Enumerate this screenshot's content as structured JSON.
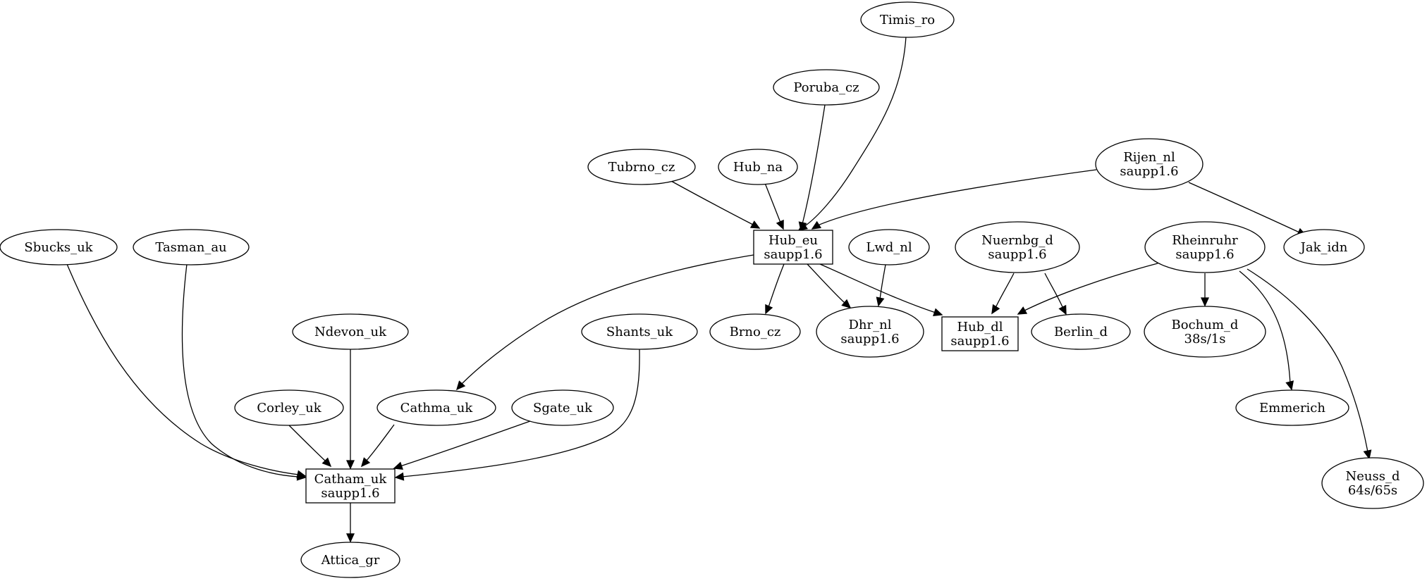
{
  "diagram": {
    "nodes": [
      {
        "id": "timis_ro",
        "shape": "ellipse",
        "lines": [
          "Timis_ro"
        ]
      },
      {
        "id": "poruba_cz",
        "shape": "ellipse",
        "lines": [
          "Poruba_cz"
        ]
      },
      {
        "id": "tubrno_cz",
        "shape": "ellipse",
        "lines": [
          "Tubrno_cz"
        ]
      },
      {
        "id": "hub_na",
        "shape": "ellipse",
        "lines": [
          "Hub_na"
        ]
      },
      {
        "id": "rijen_nl",
        "shape": "ellipse",
        "lines": [
          "Rijen_nl",
          "saupp1.6"
        ]
      },
      {
        "id": "hub_eu",
        "shape": "box",
        "lines": [
          "Hub_eu",
          "saupp1.6"
        ]
      },
      {
        "id": "lwd_nl",
        "shape": "ellipse",
        "lines": [
          "Lwd_nl"
        ]
      },
      {
        "id": "nuernbg_d",
        "shape": "ellipse",
        "lines": [
          "Nuernbg_d",
          "saupp1.6"
        ]
      },
      {
        "id": "rheinruhr",
        "shape": "ellipse",
        "lines": [
          "Rheinruhr",
          "saupp1.6"
        ]
      },
      {
        "id": "jak_idn",
        "shape": "ellipse",
        "lines": [
          "Jak_idn"
        ]
      },
      {
        "id": "sbucks_uk",
        "shape": "ellipse",
        "lines": [
          "Sbucks_uk"
        ]
      },
      {
        "id": "tasman_au",
        "shape": "ellipse",
        "lines": [
          "Tasman_au"
        ]
      },
      {
        "id": "ndevon_uk",
        "shape": "ellipse",
        "lines": [
          "Ndevon_uk"
        ]
      },
      {
        "id": "shants_uk",
        "shape": "ellipse",
        "lines": [
          "Shants_uk"
        ]
      },
      {
        "id": "brno_cz",
        "shape": "ellipse",
        "lines": [
          "Brno_cz"
        ]
      },
      {
        "id": "dhr_nl",
        "shape": "ellipse",
        "lines": [
          "Dhr_nl",
          "saupp1.6"
        ]
      },
      {
        "id": "hub_dl",
        "shape": "box",
        "lines": [
          "Hub_dl",
          "saupp1.6"
        ]
      },
      {
        "id": "berlin_d",
        "shape": "ellipse",
        "lines": [
          "Berlin_d"
        ]
      },
      {
        "id": "bochum_d",
        "shape": "ellipse",
        "lines": [
          "Bochum_d",
          "38s/1s"
        ]
      },
      {
        "id": "corley_uk",
        "shape": "ellipse",
        "lines": [
          "Corley_uk"
        ]
      },
      {
        "id": "cathma_uk",
        "shape": "ellipse",
        "lines": [
          "Cathma_uk"
        ]
      },
      {
        "id": "sgate_uk",
        "shape": "ellipse",
        "lines": [
          "Sgate_uk"
        ]
      },
      {
        "id": "emmerich",
        "shape": "ellipse",
        "lines": [
          "Emmerich"
        ]
      },
      {
        "id": "catham_uk",
        "shape": "box",
        "lines": [
          "Catham_uk",
          "saupp1.6"
        ]
      },
      {
        "id": "neuss_d",
        "shape": "ellipse",
        "lines": [
          "Neuss_d",
          "64s/65s"
        ]
      },
      {
        "id": "attica_gr",
        "shape": "ellipse",
        "lines": [
          "Attica_gr"
        ]
      }
    ],
    "edges": [
      {
        "from": "timis_ro",
        "to": "hub_eu"
      },
      {
        "from": "poruba_cz",
        "to": "hub_eu"
      },
      {
        "from": "tubrno_cz",
        "to": "hub_eu"
      },
      {
        "from": "hub_na",
        "to": "hub_eu"
      },
      {
        "from": "rijen_nl",
        "to": "hub_eu"
      },
      {
        "from": "rijen_nl",
        "to": "jak_idn"
      },
      {
        "from": "hub_eu",
        "to": "cathma_uk"
      },
      {
        "from": "hub_eu",
        "to": "brno_cz"
      },
      {
        "from": "hub_eu",
        "to": "dhr_nl"
      },
      {
        "from": "hub_eu",
        "to": "hub_dl"
      },
      {
        "from": "lwd_nl",
        "to": "dhr_nl"
      },
      {
        "from": "nuernbg_d",
        "to": "hub_dl"
      },
      {
        "from": "nuernbg_d",
        "to": "berlin_d"
      },
      {
        "from": "rheinruhr",
        "to": "hub_dl"
      },
      {
        "from": "rheinruhr",
        "to": "bochum_d"
      },
      {
        "from": "rheinruhr",
        "to": "emmerich"
      },
      {
        "from": "rheinruhr",
        "to": "neuss_d"
      },
      {
        "from": "sbucks_uk",
        "to": "catham_uk"
      },
      {
        "from": "tasman_au",
        "to": "catham_uk"
      },
      {
        "from": "ndevon_uk",
        "to": "catham_uk"
      },
      {
        "from": "corley_uk",
        "to": "catham_uk"
      },
      {
        "from": "cathma_uk",
        "to": "catham_uk"
      },
      {
        "from": "sgate_uk",
        "to": "catham_uk"
      },
      {
        "from": "shants_uk",
        "to": "catham_uk"
      },
      {
        "from": "catham_uk",
        "to": "attica_gr"
      }
    ]
  }
}
